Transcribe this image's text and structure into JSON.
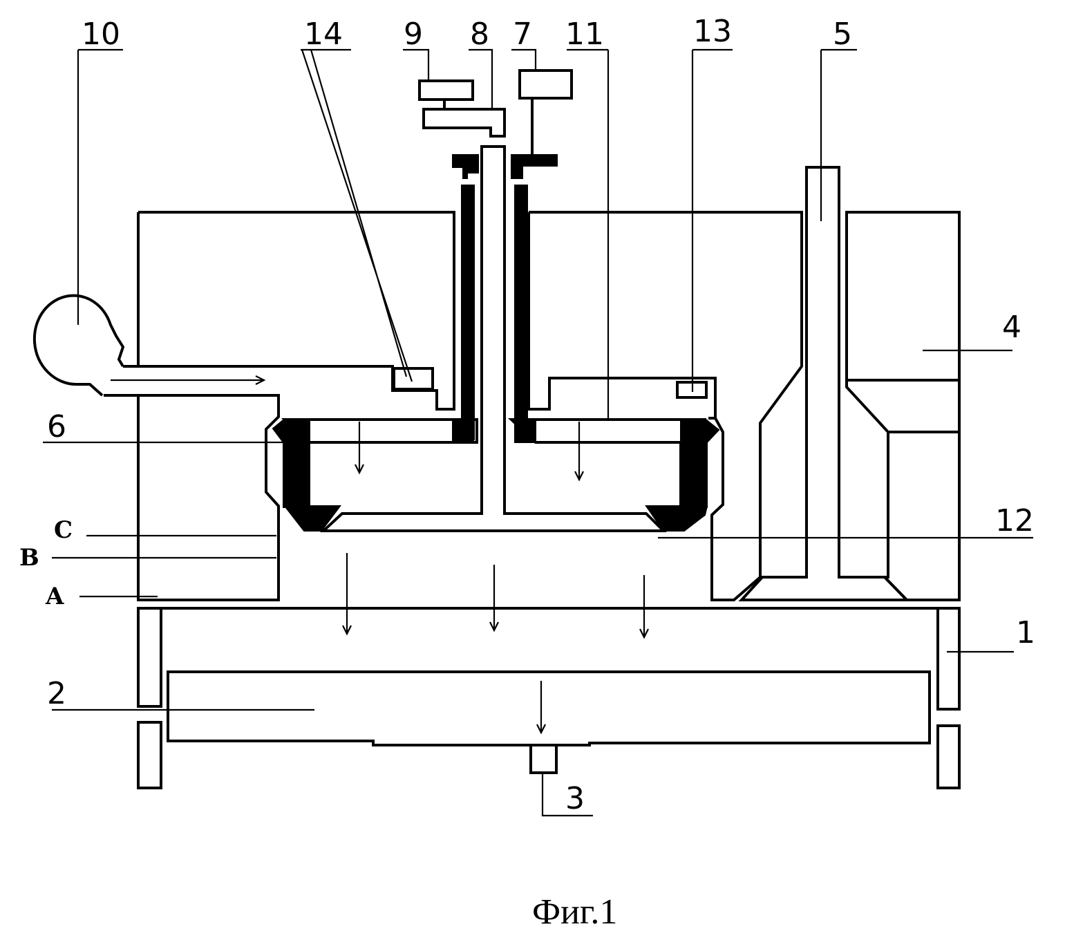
{
  "figure": {
    "caption": "Фиг.1",
    "labels": {
      "l1": "1",
      "l2": "2",
      "l3": "3",
      "l4": "4",
      "l5": "5",
      "l6": "6",
      "l7": "7",
      "l8": "8",
      "l9": "9",
      "l10": "10",
      "l11": "11",
      "l12": "12",
      "l13": "13",
      "l14": "14",
      "lA": "A",
      "lB": "B",
      "lC": "C"
    }
  }
}
